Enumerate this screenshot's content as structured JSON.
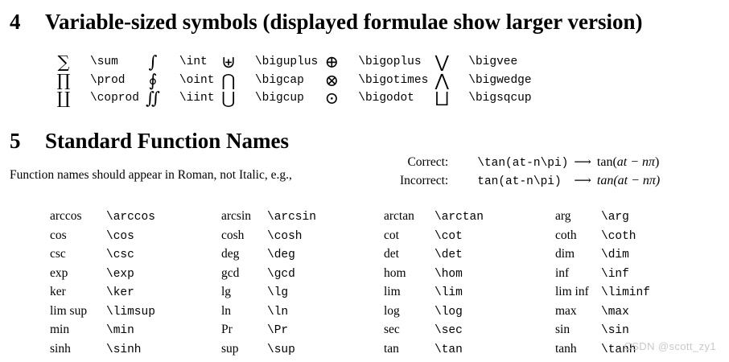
{
  "sections": {
    "four": {
      "number": "4",
      "title": "Variable-sized symbols (displayed formulae show larger version)"
    },
    "five": {
      "number": "5",
      "title": "Standard Function Names",
      "intro": "Function names should appear in Roman, not Italic, e.g.,"
    }
  },
  "symbol_table": {
    "rows": [
      [
        {
          "glyph": "∑",
          "command": "\\sum"
        },
        {
          "glyph": "∫",
          "command": "\\int"
        },
        {
          "glyph": "⊎",
          "command": "\\biguplus"
        },
        {
          "glyph": "⊕",
          "command": "\\bigoplus"
        },
        {
          "glyph": "⋁",
          "command": "\\bigvee"
        }
      ],
      [
        {
          "glyph": "∏",
          "command": "\\prod"
        },
        {
          "glyph": "∮",
          "command": "\\oint"
        },
        {
          "glyph": "⋂",
          "command": "\\bigcap"
        },
        {
          "glyph": "⊗",
          "command": "\\bigotimes"
        },
        {
          "glyph": "⋀",
          "command": "\\bigwedge"
        }
      ],
      [
        {
          "glyph": "∐",
          "command": "\\coprod"
        },
        {
          "glyph": "∬",
          "command": "\\iint"
        },
        {
          "glyph": "⋃",
          "command": "\\bigcup"
        },
        {
          "glyph": "⊙",
          "command": "\\bigodot"
        },
        {
          "glyph": "⨆",
          "command": "\\bigsqcup"
        }
      ]
    ]
  },
  "examples": {
    "correct": {
      "label": "Correct:",
      "source": "\\tan(at-n\\pi)",
      "arrow": "⟶",
      "output_roman": "tan(",
      "output_italic": "at − nπ",
      "output_tail": ")"
    },
    "incorrect": {
      "label": "Incorrect:",
      "source": "tan(at-n\\pi)",
      "arrow": "⟶",
      "output_roman": "",
      "output_italic": "tan(at − nπ",
      "output_tail": ")"
    }
  },
  "function_table": {
    "rows": [
      [
        {
          "name": "arccos",
          "command": "\\arccos"
        },
        {
          "name": "arcsin",
          "command": "\\arcsin"
        },
        {
          "name": "arctan",
          "command": "\\arctan"
        },
        {
          "name": "arg",
          "command": "\\arg"
        }
      ],
      [
        {
          "name": "cos",
          "command": "\\cos"
        },
        {
          "name": "cosh",
          "command": "\\cosh"
        },
        {
          "name": "cot",
          "command": "\\cot"
        },
        {
          "name": "coth",
          "command": "\\coth"
        }
      ],
      [
        {
          "name": "csc",
          "command": "\\csc"
        },
        {
          "name": "deg",
          "command": "\\deg"
        },
        {
          "name": "det",
          "command": "\\det"
        },
        {
          "name": "dim",
          "command": "\\dim"
        }
      ],
      [
        {
          "name": "exp",
          "command": "\\exp"
        },
        {
          "name": "gcd",
          "command": "\\gcd"
        },
        {
          "name": "hom",
          "command": "\\hom"
        },
        {
          "name": "inf",
          "command": "\\inf"
        }
      ],
      [
        {
          "name": "ker",
          "command": "\\ker"
        },
        {
          "name": "lg",
          "command": "\\lg"
        },
        {
          "name": "lim",
          "command": "\\lim"
        },
        {
          "name": "lim inf",
          "command": "\\liminf"
        }
      ],
      [
        {
          "name": "lim sup",
          "command": "\\limsup"
        },
        {
          "name": "ln",
          "command": "\\ln"
        },
        {
          "name": "log",
          "command": "\\log"
        },
        {
          "name": "max",
          "command": "\\max"
        }
      ],
      [
        {
          "name": "min",
          "command": "\\min"
        },
        {
          "name": "Pr",
          "command": "\\Pr"
        },
        {
          "name": "sec",
          "command": "\\sec"
        },
        {
          "name": "sin",
          "command": "\\sin"
        }
      ],
      [
        {
          "name": "sinh",
          "command": "\\sinh"
        },
        {
          "name": "sup",
          "command": "\\sup"
        },
        {
          "name": "tan",
          "command": "\\tan"
        },
        {
          "name": "tanh",
          "command": "\\tanh"
        }
      ]
    ]
  },
  "watermark": "CSDN @scott_zy1"
}
